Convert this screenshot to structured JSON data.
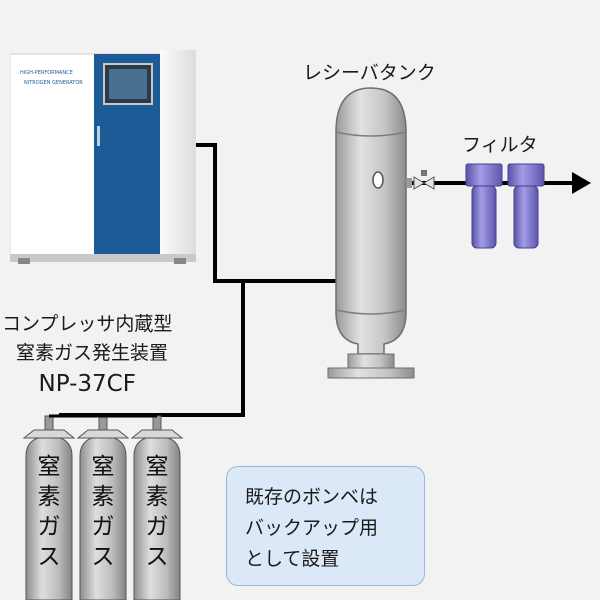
{
  "generator": {
    "panel_text_1": "HIGH-PERFORMANCE",
    "panel_text_2": "NITROGEN GENERATOR",
    "name_line1": "コンプレッサ内蔵型",
    "name_line2": "窒素ガス発生装置",
    "model": "NP-37CF"
  },
  "receiver_tank": {
    "label": "レシーバタンク"
  },
  "filter": {
    "label": "フィルタ"
  },
  "cylinders": [
    {
      "label": "窒素ガス"
    },
    {
      "label": "窒素ガス"
    },
    {
      "label": "窒素ガス"
    }
  ],
  "note": {
    "line1": "既存のボンベは",
    "line2": "バックアップ用",
    "line3": "として設置"
  },
  "colors": {
    "background": "#f2f2f2",
    "pipe": "#000000",
    "generator_door": "#1d5b96",
    "tank_steel": "#c4c4c4",
    "filter_purple": "#7f78cc",
    "note_bg": "#dbe8f8"
  }
}
